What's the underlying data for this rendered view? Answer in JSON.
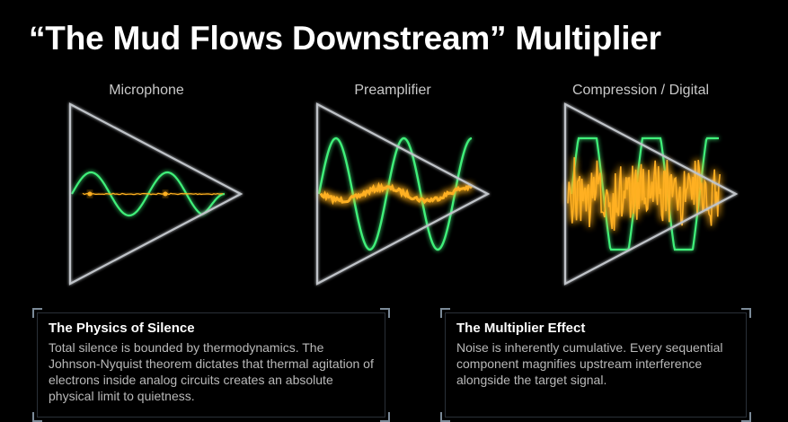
{
  "title": "“The Mud Flows Downstream” Multiplier",
  "stages": [
    {
      "label": "Microphone",
      "icon": "amplifier-triangle-icon"
    },
    {
      "label": "Preamplifier",
      "icon": "amplifier-triangle-icon"
    },
    {
      "label": "Compression / Digital",
      "icon": "amplifier-triangle-icon"
    }
  ],
  "signals": {
    "signal": {
      "color": "#3ff07a"
    },
    "noise": {
      "color": "#ffb020"
    }
  },
  "boxes": [
    {
      "title": "The Physics of Silence",
      "text": "Total silence is bounded by thermodynamics. The Johnson-Nyquist theorem dictates that thermal agitation of electrons inside analog circuits creates an absolute physical limit to quietness."
    },
    {
      "title": "The Multiplier Effect",
      "text": "Noise is inherently cumulative. Every sequential component magnifies upstream interference alongside the target signal."
    }
  ],
  "colors": {
    "background": "#000000",
    "triangle": "#bfc3c8",
    "box_bracket": "#7b8a98"
  }
}
